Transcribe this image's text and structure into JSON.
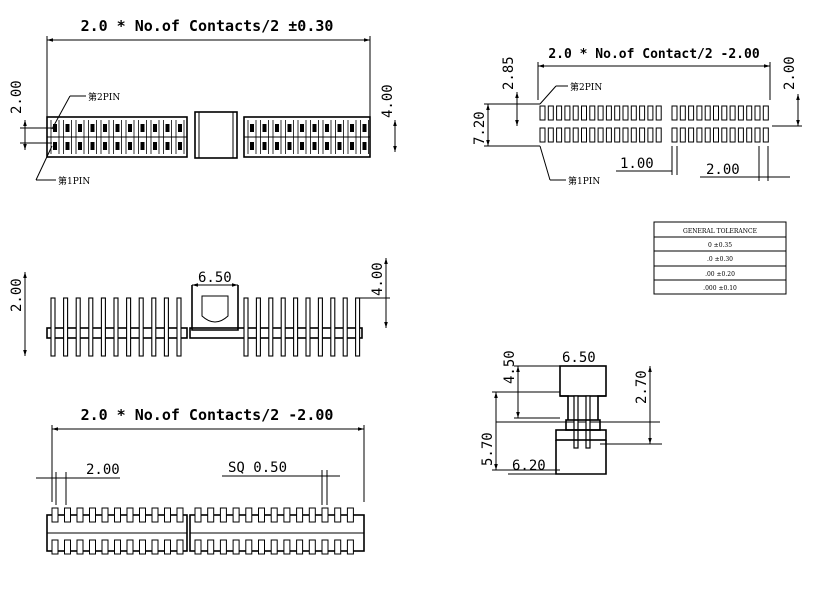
{
  "views": {
    "top_view": {
      "title": "2.0 * No.of Contacts/2 ±0.30",
      "dim_left": "2.00",
      "dim_right": "4.00",
      "pin2_label": "第2PIN",
      "pin1_label": "第1PIN"
    },
    "pcb_layout": {
      "title": "2.0 * No.of Contact/2 -2.00",
      "dim_top_left": "2.85",
      "dim_left": "7.20",
      "dim_right": "2.00",
      "dim_pad_width": "1.00",
      "dim_pitch": "2.00",
      "pin2_label": "第2PIN",
      "pin1_label": "第1PIN"
    },
    "side_view": {
      "dim_left": "2.00",
      "dim_right": "4.00",
      "dim_cap": "6.50"
    },
    "bottom_view": {
      "title": "2.0 * No.of Contacts/2 -2.00",
      "dim_pitch": "2.00",
      "dim_sq": "SQ 0.50"
    },
    "end_view": {
      "dim_cap_width": "6.50",
      "dim_cap_height": "4.50",
      "dim_right": "2.70",
      "dim_total": "5.70",
      "dim_base": "6.20"
    }
  },
  "tolerance_table": {
    "header": "GENERAL TOLERANCE",
    "rows": [
      "0   ±0.35",
      ".0   ±0.30",
      ".00  ±0.20",
      ".000 ±0.10"
    ]
  }
}
